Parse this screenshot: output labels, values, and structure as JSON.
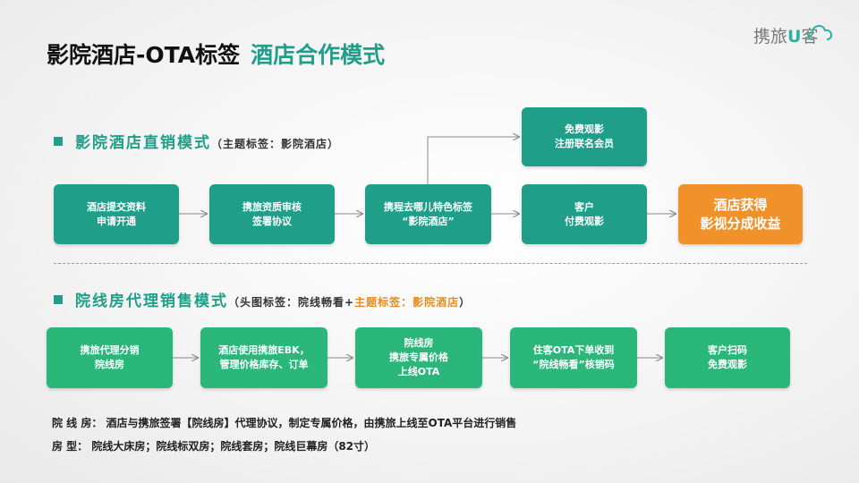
{
  "header": {
    "title": "影院酒店-OTA标签",
    "subtitle": "酒店合作模式",
    "logo_text": "携旅",
    "logo_u": "U",
    "logo_text2": "客"
  },
  "section1": {
    "heading": "影院酒店直销模式",
    "note": "（主题标签：影院酒店）",
    "boxes": [
      {
        "line1": "酒店提交资料",
        "line2": "申请开通"
      },
      {
        "line1": "携旅资质审核",
        "line2": "签署协议"
      },
      {
        "line1": "携程去哪儿特色标签",
        "line2": "“影院酒店”"
      },
      {
        "line1": "客户",
        "line2": "付费观影"
      },
      {
        "line1": "酒店获得",
        "line2": "影视分成收益"
      },
      {
        "line1": "免费观影",
        "line2": "注册联名会员"
      }
    ]
  },
  "section2": {
    "heading": "院线房代理销售模式",
    "note_a": "（头图标签：院线畅看+",
    "note_b": "主题标签：影院酒店",
    "note_c": "）",
    "boxes": [
      {
        "line1": "携旅代理分销",
        "line2": "院线房",
        "line3": ""
      },
      {
        "line1": "酒店使用携旅EBK，",
        "line2": "管理价格库存、订单",
        "line3": ""
      },
      {
        "line1": "院线房",
        "line2": "携旅专属价格",
        "line3": "上线OTA"
      },
      {
        "line1": "住客OTA下单收到",
        "line2": "“院线畅看”核销码",
        "line3": ""
      },
      {
        "line1": "客户扫码",
        "line2": "免费观影",
        "line3": ""
      }
    ]
  },
  "footer": {
    "line1": "院 线 房： 酒店与携旅签署【院线房】代理协议，制定专属价格，由携旅上线至OTA平台进行销售",
    "line2": "房 型： 院线大床房；院线标双房；院线套房；院线巨幕房（82寸）"
  },
  "colors": {
    "teal": "#1f9e8a",
    "orange": "#f0912a",
    "green": "#2bb67a"
  }
}
